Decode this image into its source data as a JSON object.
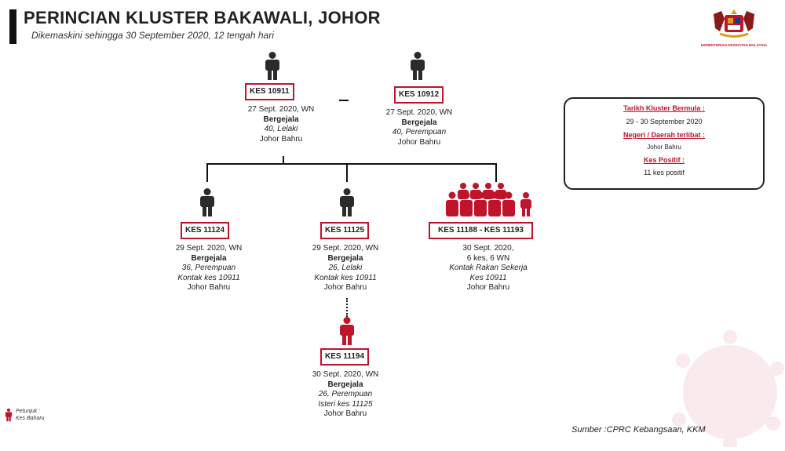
{
  "header": {
    "title": "PERINCIAN KLUSTER BAKAWALI, JOHOR",
    "subtitle": "Dikemaskini sehingga 30 September 2020, 12 tengah hari"
  },
  "logo": {
    "text": "KEMENTERIAN KESIHATAN MALAYSIA"
  },
  "cases": [
    {
      "id": "KES 10911",
      "date": "27 Sept. 2020, WN",
      "status": "Bergejala",
      "profile": "40, Lelaki",
      "contact": "",
      "location": "Johor Bahru"
    },
    {
      "id": "KES 10912",
      "date": "27 Sept. 2020, WN",
      "status": "Bergejala",
      "profile": "40, Perempuan",
      "contact": "",
      "location": "Johor Bahru"
    },
    {
      "id": "KES 11124",
      "date": "29 Sept. 2020, WN",
      "status": "Bergejala",
      "profile": "36, Perempuan",
      "contact": "Kontak kes 10911",
      "location": "Johor Bahru"
    },
    {
      "id": "KES 11125",
      "date": "29 Sept. 2020, WN",
      "status": "Bergejala",
      "profile": "26, Lelaki",
      "contact": "Kontak kes 10911",
      "location": "Johor Bahru"
    },
    {
      "id": "KES 11188 - KES 11193",
      "date": "30 Sept. 2020,",
      "status": "6 kes, 6 WN",
      "profile": "Kontak Rakan Sekerja",
      "contact": "Kes 10911",
      "location": "Johor Bahru"
    },
    {
      "id": "KES 11194",
      "date": "30 Sept. 2020, WN",
      "status": "Bergejala",
      "profile": "26, Perempuan",
      "contact": "Isteri kes 11125",
      "location": "Johor Bahru"
    }
  ],
  "summary": {
    "start_label": "Tarikh Kluster Bermula :",
    "start_value": "29 - 30 September 2020",
    "area_label": "Negeri / Daerah terlibat :",
    "area_value": "Johor Bahru",
    "positive_label": "Kes Positif :",
    "positive_value": "11 kes positif"
  },
  "legend": {
    "title": "Petunjuk :",
    "item": "Kes Baharu"
  },
  "source": "Sumber :CPRC Kebangsaan,  KKM",
  "colors": {
    "new_case": "#c0142a",
    "existing_case": "#2b2b2b",
    "box_border": "#c0142a"
  }
}
